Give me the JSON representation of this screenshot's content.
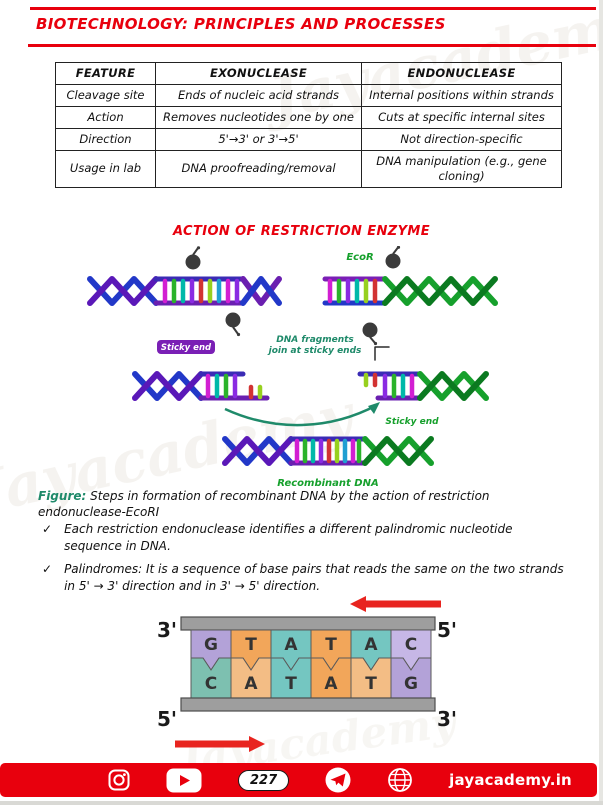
{
  "page": {
    "title": "BIOTECHNOLOGY: PRINCIPLES AND PROCESSES",
    "watermark": "Jayacademy"
  },
  "table": {
    "headers": [
      "FEATURE",
      "EXONUCLEASE",
      "ENDONUCLEASE"
    ],
    "rows": [
      [
        "Cleavage site",
        "Ends of nucleic acid strands",
        "Internal positions within strands"
      ],
      [
        "Action",
        "Removes nucleotides one by one",
        "Cuts at specific internal sites"
      ],
      [
        "Direction",
        "5'→3' or 3'→5'",
        "Not direction-specific"
      ],
      [
        "Usage in lab",
        "DNA proofreading/removal",
        "DNA manipulation (e.g., gene cloning)"
      ]
    ]
  },
  "section": {
    "heading": "ACTION OF RESTRICTION ENZYME"
  },
  "diagram": {
    "labels": {
      "enzyme": "EcoR",
      "join_line1": "DNA fragments",
      "join_line2": "join at sticky ends",
      "sticky_left": "Sticky end",
      "sticky_right": "Sticky end",
      "recombinant": "Recombinant DNA"
    }
  },
  "figure": {
    "label": "Figure:",
    "text": "Steps in formation of recombinant DNA by the action of restriction endonuclease-EcoRI"
  },
  "bullets": [
    {
      "icon": "✓",
      "text": "Each restriction endonuclease identifies a different palindromic nucleotide sequence in DNA."
    },
    {
      "icon": "✓",
      "text": "Palindromes: It is a sequence of base pairs that reads the same on the two strands in 5' → 3' direction and in 3' → 5' direction."
    }
  ],
  "palindrome": {
    "top_left": "3'",
    "top_right": "5'",
    "bottom_left": "5'",
    "bottom_right": "3'",
    "top_strand": [
      "G",
      "T",
      "A",
      "T",
      "A",
      "C"
    ],
    "bottom_strand": [
      "C",
      "A",
      "T",
      "A",
      "T",
      "G"
    ]
  },
  "footer": {
    "page_number": "227",
    "site": "jayacademy.in",
    "icons": [
      "instagram-icon",
      "youtube-icon",
      "telegram-icon",
      "globe-icon"
    ]
  },
  "colors": {
    "accent_red": "#e8000d",
    "teal_green": "#1f8a6a",
    "green": "#16a02c",
    "purple": "#7a1fb5",
    "base_A": "#74c6c1",
    "base_T": "#f2a65a",
    "base_G": "#b3a2d8",
    "base_C": "#7dc0b0"
  }
}
